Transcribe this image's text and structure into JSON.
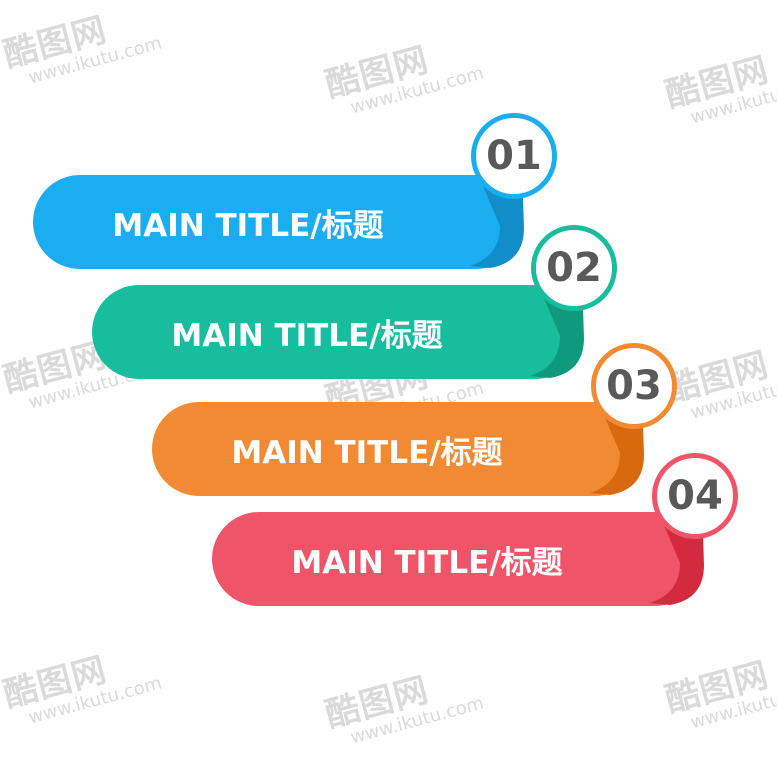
{
  "watermark": {
    "brand": "酷图网",
    "url": "www.ikutu.com"
  },
  "items": [
    {
      "number": "01",
      "label": "MAIN TITLE/标题",
      "color": "#1aaef0",
      "accent": "#118ec9"
    },
    {
      "number": "02",
      "label": "MAIN TITLE/标题",
      "color": "#17bd9c",
      "accent": "#0f9a7e"
    },
    {
      "number": "03",
      "label": "MAIN TITLE/标题",
      "color": "#f28a34",
      "accent": "#d9690f"
    },
    {
      "number": "04",
      "label": "MAIN TITLE/标题",
      "color": "#ef5468",
      "accent": "#d42a3f"
    }
  ]
}
